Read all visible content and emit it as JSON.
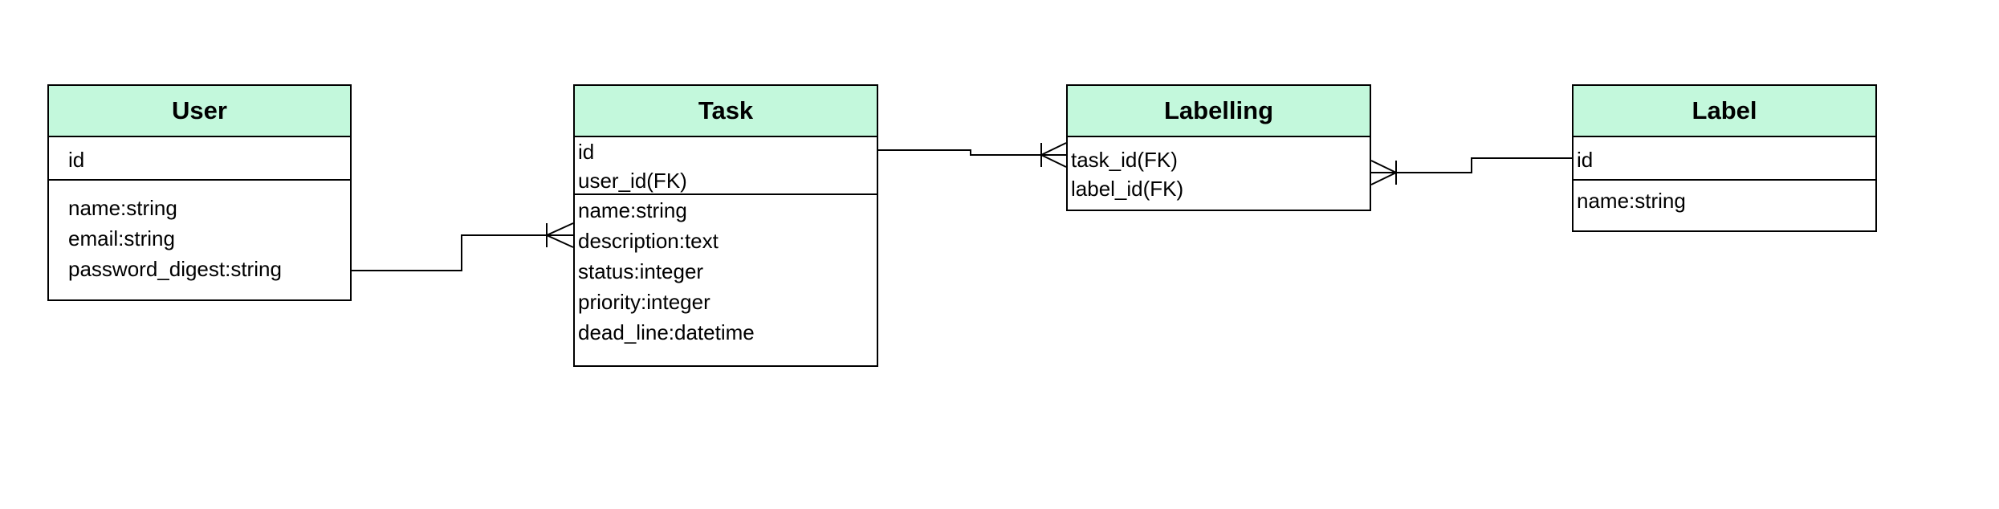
{
  "entities": {
    "user": {
      "title": "User",
      "keys": [
        "id"
      ],
      "attributes": [
        "name:string",
        "email:string",
        "password_digest:string"
      ]
    },
    "task": {
      "title": "Task",
      "keys": [
        "id",
        "user_id(FK)"
      ],
      "attributes": [
        "name:string",
        "description:text",
        "status:integer",
        "priority:integer",
        "dead_line:datetime"
      ]
    },
    "labelling": {
      "title": "Labelling",
      "keys": [
        "task_id(FK)",
        "label_id(FK)"
      ],
      "attributes": []
    },
    "label": {
      "title": "Label",
      "keys": [
        "id"
      ],
      "attributes": [
        "name:string"
      ]
    }
  },
  "header_color": "#c3f8dc",
  "relationships": [
    {
      "from": "User",
      "to": "Task",
      "from_cardinality": "one",
      "to_cardinality": "one-or-many"
    },
    {
      "from": "Task",
      "to": "Labelling",
      "from_cardinality": "one",
      "to_cardinality": "one-or-many"
    },
    {
      "from": "Label",
      "to": "Labelling",
      "from_cardinality": "one",
      "to_cardinality": "one-or-many"
    }
  ]
}
